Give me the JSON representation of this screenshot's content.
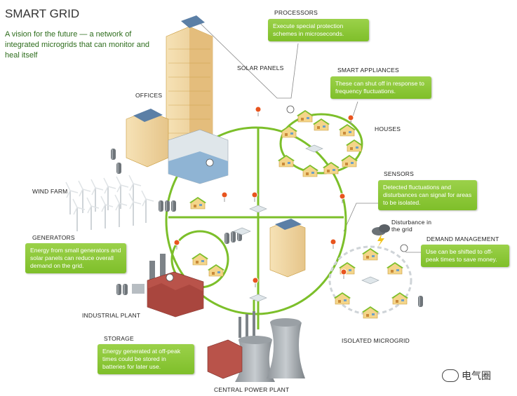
{
  "header": {
    "title": "SMART GRID",
    "subtitle": "A vision for the future — a network of integrated microgrids that can monitor and heal itself"
  },
  "labels": {
    "processors": "PROCESSORS",
    "solar_panels": "SOLAR PANELS",
    "smart_appliances": "SMART APPLIANCES",
    "offices": "OFFICES",
    "houses": "HOUSES",
    "wind_farm": "WIND FARM",
    "sensors": "SENSORS",
    "generators": "GENERATORS",
    "disturbance": "Disturbance in the grid",
    "demand_management": "DEMAND MANAGEMENT",
    "industrial_plant": "INDUSTRIAL PLANT",
    "storage": "STORAGE",
    "isolated_microgrid": "ISOLATED MICROGRID",
    "central_power_plant": "CENTRAL POWER PLANT"
  },
  "callouts": {
    "processors": "Execute special protection schemes in microseconds.",
    "smart_appliances": "These can shut off in response to frequency fluctuations.",
    "sensors": "Detected fluctuations and disturbances can signal for areas to be isolated.",
    "generators": "Energy from small generators and solar panels can reduce overall demand on the grid.",
    "demand_management": "Use can be shifted to off-peak times to save money.",
    "storage": "Energy generated at off-peak times could be stored in batteries for later use."
  },
  "watermark": {
    "text": "电气圈",
    "icon": "wechat-icon"
  },
  "colors": {
    "grid_green": "#7cbf2a",
    "box_green": "#8cc63f",
    "sensor_red": "#e8541e",
    "roof": "#7cbf2a",
    "wall": "#f4d58a"
  }
}
